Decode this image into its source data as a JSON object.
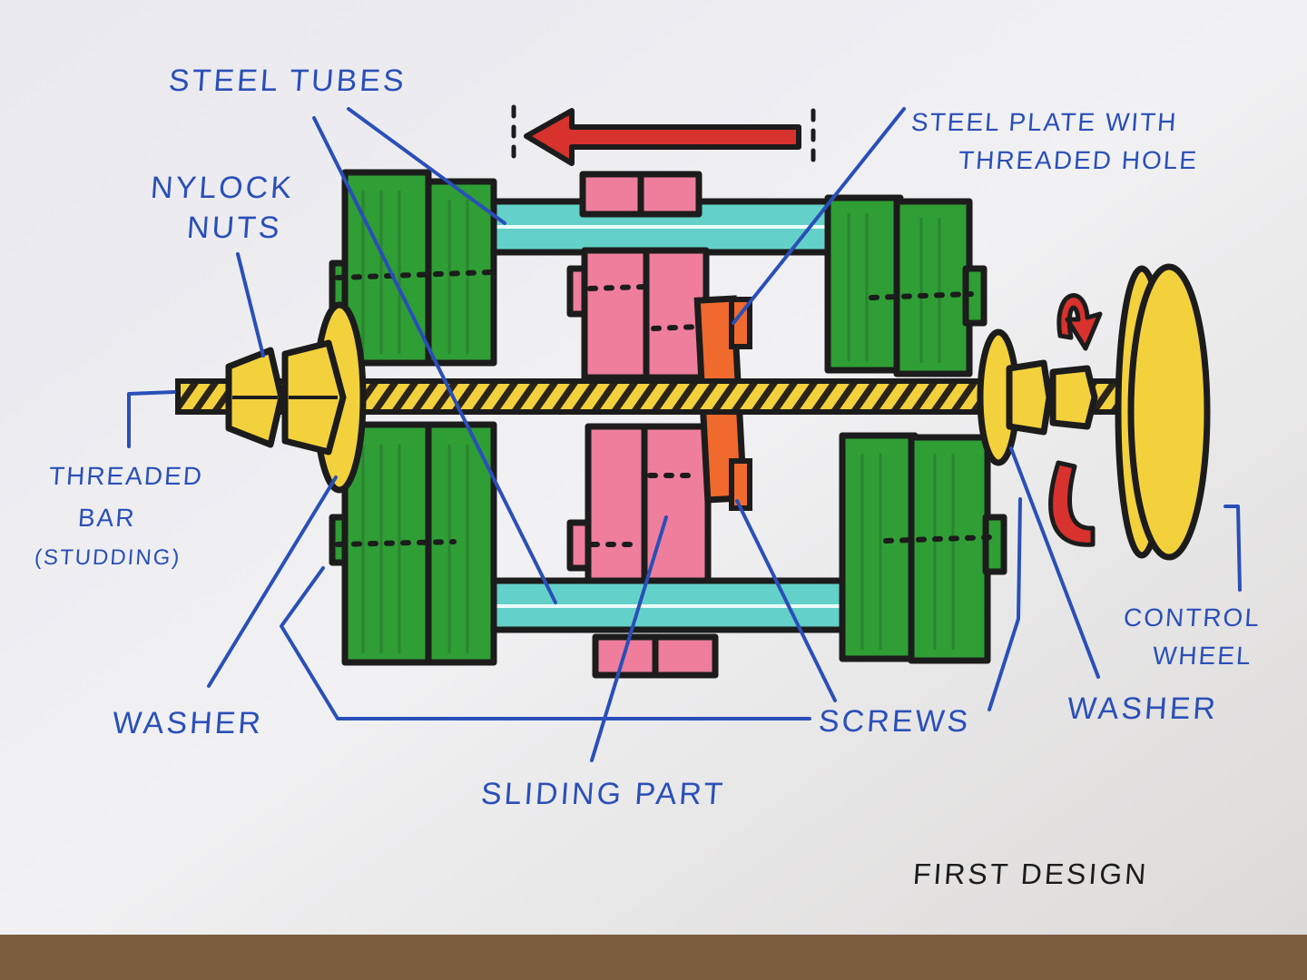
{
  "colors": {
    "paper": "#f0f0f2",
    "ink_blue": "#2a4fb8",
    "ink_black": "#1c1c1c",
    "green": "#2f9e35",
    "pink": "#ee7e9c",
    "cyan": "#63d1c9",
    "yellow": "#f3d13c",
    "orange": "#ef6a2c",
    "red": "#d8322e"
  },
  "labels": {
    "steel_tubes": "STEEL TUBES",
    "steel_plate_line1": "STEEL PLATE WITH",
    "steel_plate_line2": "THREADED HOLE",
    "nylock_line1": "NYLOCK",
    "nylock_line2": "NUTS",
    "threaded_line1": "THREADED",
    "threaded_line2": "BAR",
    "threaded_line3": "(STUDDING)",
    "washer_left": "WASHER",
    "washer_right": "WASHER",
    "screws": "SCREWS",
    "sliding_part": "SLIDING PART",
    "control_line1": "CONTROL",
    "control_line2": "WHEEL",
    "caption": "FIRST DESIGN"
  }
}
